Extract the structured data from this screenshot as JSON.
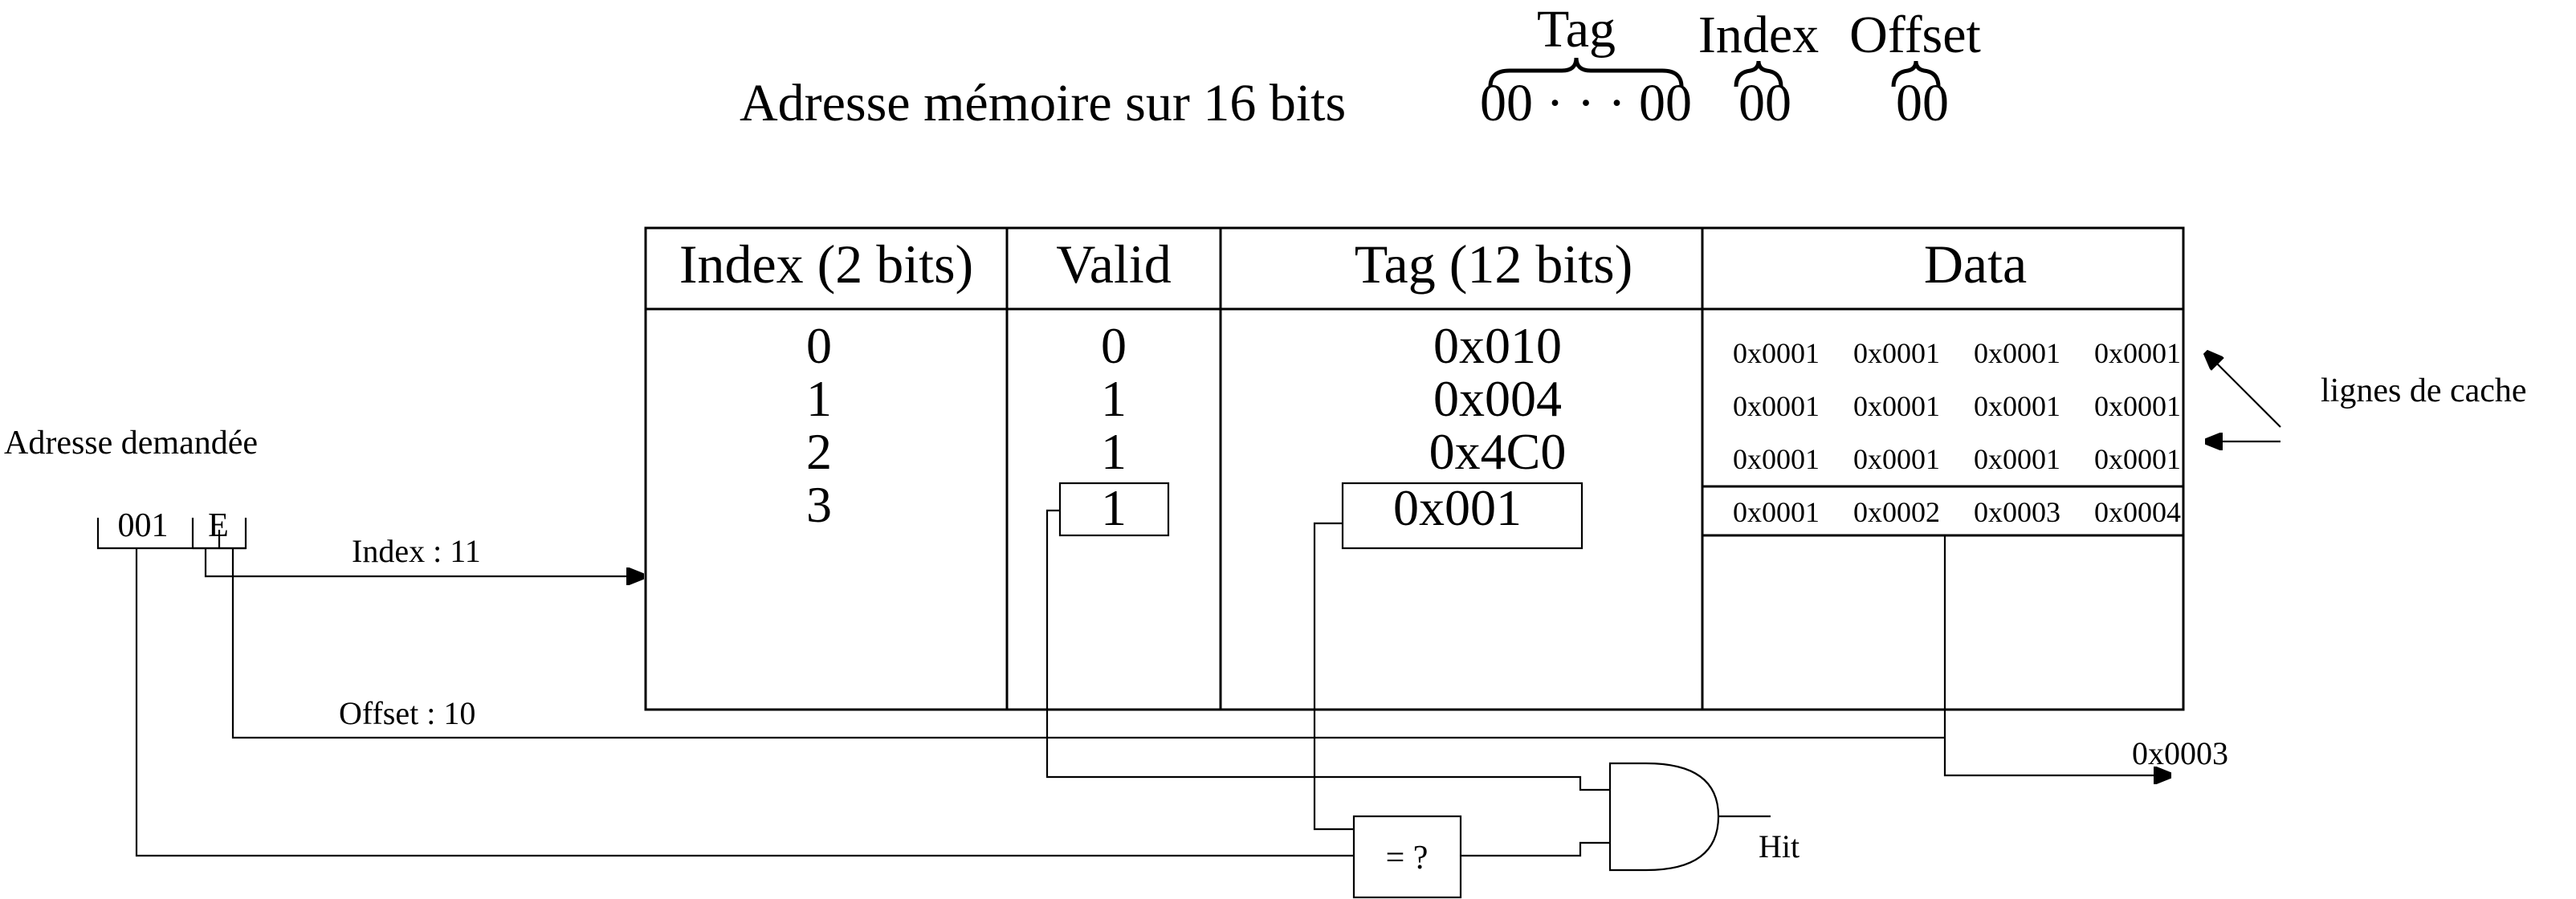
{
  "title": {
    "label": "Adresse mémoire sur 16 bits",
    "fields": [
      {
        "name": "Tag",
        "bits": "00 · · · 00"
      },
      {
        "name": "Index",
        "bits": "00"
      },
      {
        "name": "Offset",
        "bits": "00"
      }
    ]
  },
  "table": {
    "headers": [
      "Index (2 bits)",
      "Valid",
      "Tag (12 bits)",
      "Data"
    ],
    "rows": [
      {
        "index": "0",
        "valid": "0",
        "tag": "0x010",
        "data": [
          "0x0001",
          "0x0001",
          "0x0001",
          "0x0001"
        ]
      },
      {
        "index": "1",
        "valid": "1",
        "tag": "0x004",
        "data": [
          "0x0001",
          "0x0001",
          "0x0001",
          "0x0001"
        ]
      },
      {
        "index": "2",
        "valid": "1",
        "tag": "0x4C0",
        "data": [
          "0x0001",
          "0x0001",
          "0x0001",
          "0x0001"
        ]
      },
      {
        "index": "3",
        "valid": "1",
        "tag": "0x001",
        "data": [
          "0x0001",
          "0x0002",
          "0x0003",
          "0x0004"
        ]
      }
    ],
    "selected_row": 3
  },
  "address": {
    "label": "Adresse demandée",
    "tag_part": "001",
    "index_offset_part": "E"
  },
  "wires": {
    "index_label": "Index : 11",
    "offset_label": "Offset : 10",
    "output_value": "0x0003",
    "comparator_label": "= ?",
    "gate_output_label": "Hit"
  },
  "annotation": {
    "cache_lines_label": "lignes de cache"
  }
}
